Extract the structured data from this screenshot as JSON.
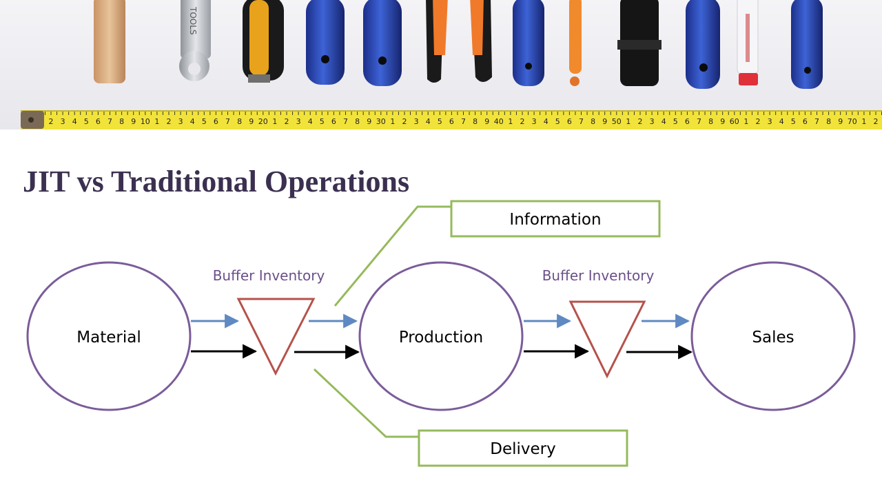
{
  "title": "JIT vs Traditional Operations",
  "nodes": {
    "material": "Material",
    "production": "Production",
    "sales": "Sales"
  },
  "buffers": {
    "left_label": "Buffer Inventory",
    "right_label": "Buffer Inventory"
  },
  "callouts": {
    "information": "Information",
    "delivery": "Delivery"
  },
  "colors": {
    "title": "#3b3050",
    "node_stroke": "#7a5c9a",
    "buffer_stroke": "#b5524a",
    "callout_stroke": "#96ba5c",
    "info_arrow": "#5f89c2",
    "delivery_arrow": "#000000",
    "tape": "#f2e33a"
  },
  "tape_numbers": [
    "2",
    "3",
    "4",
    "5",
    "6",
    "7",
    "8",
    "9",
    "10",
    "1",
    "2",
    "3",
    "4",
    "5",
    "6",
    "7",
    "8",
    "9",
    "20",
    "1",
    "2",
    "3",
    "4",
    "5",
    "6",
    "7",
    "8",
    "9",
    "30",
    "1",
    "2",
    "3",
    "4",
    "5",
    "6",
    "7",
    "8",
    "9",
    "40",
    "1",
    "2",
    "3",
    "4",
    "5",
    "6",
    "7",
    "8",
    "9",
    "50",
    "1",
    "2",
    "3",
    "4",
    "5",
    "6",
    "7",
    "8",
    "9",
    "60",
    "1",
    "2",
    "3",
    "4",
    "5",
    "6",
    "7",
    "8",
    "9",
    "70",
    "1",
    "2"
  ],
  "tool_text": "TOOLS"
}
